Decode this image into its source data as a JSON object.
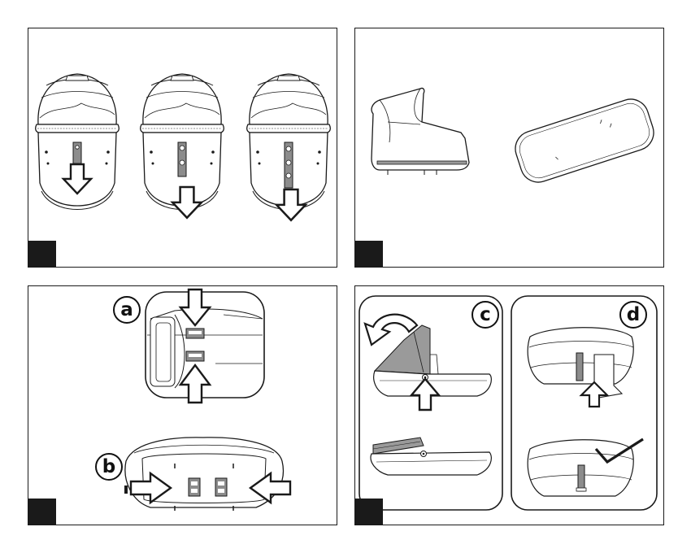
{
  "panels": {
    "strap_adjustment": {},
    "carrycot_and_mattress": {},
    "handle_release": {
      "labels": {
        "a": "a",
        "b": "b"
      }
    },
    "hood_fold_and_cover": {
      "labels": {
        "c": "c",
        "d": "d"
      }
    }
  },
  "icons": [
    "arrow-down-icon",
    "arrow-up-icon",
    "arrow-right-icon",
    "arrow-left-icon",
    "rotate-arrow-icon",
    "checkmark-icon"
  ],
  "colors": {
    "ink": "#1a1a1a",
    "fabric_shade": "#9a9a9a",
    "strap": "#8c8c8c",
    "background": "#ffffff"
  }
}
